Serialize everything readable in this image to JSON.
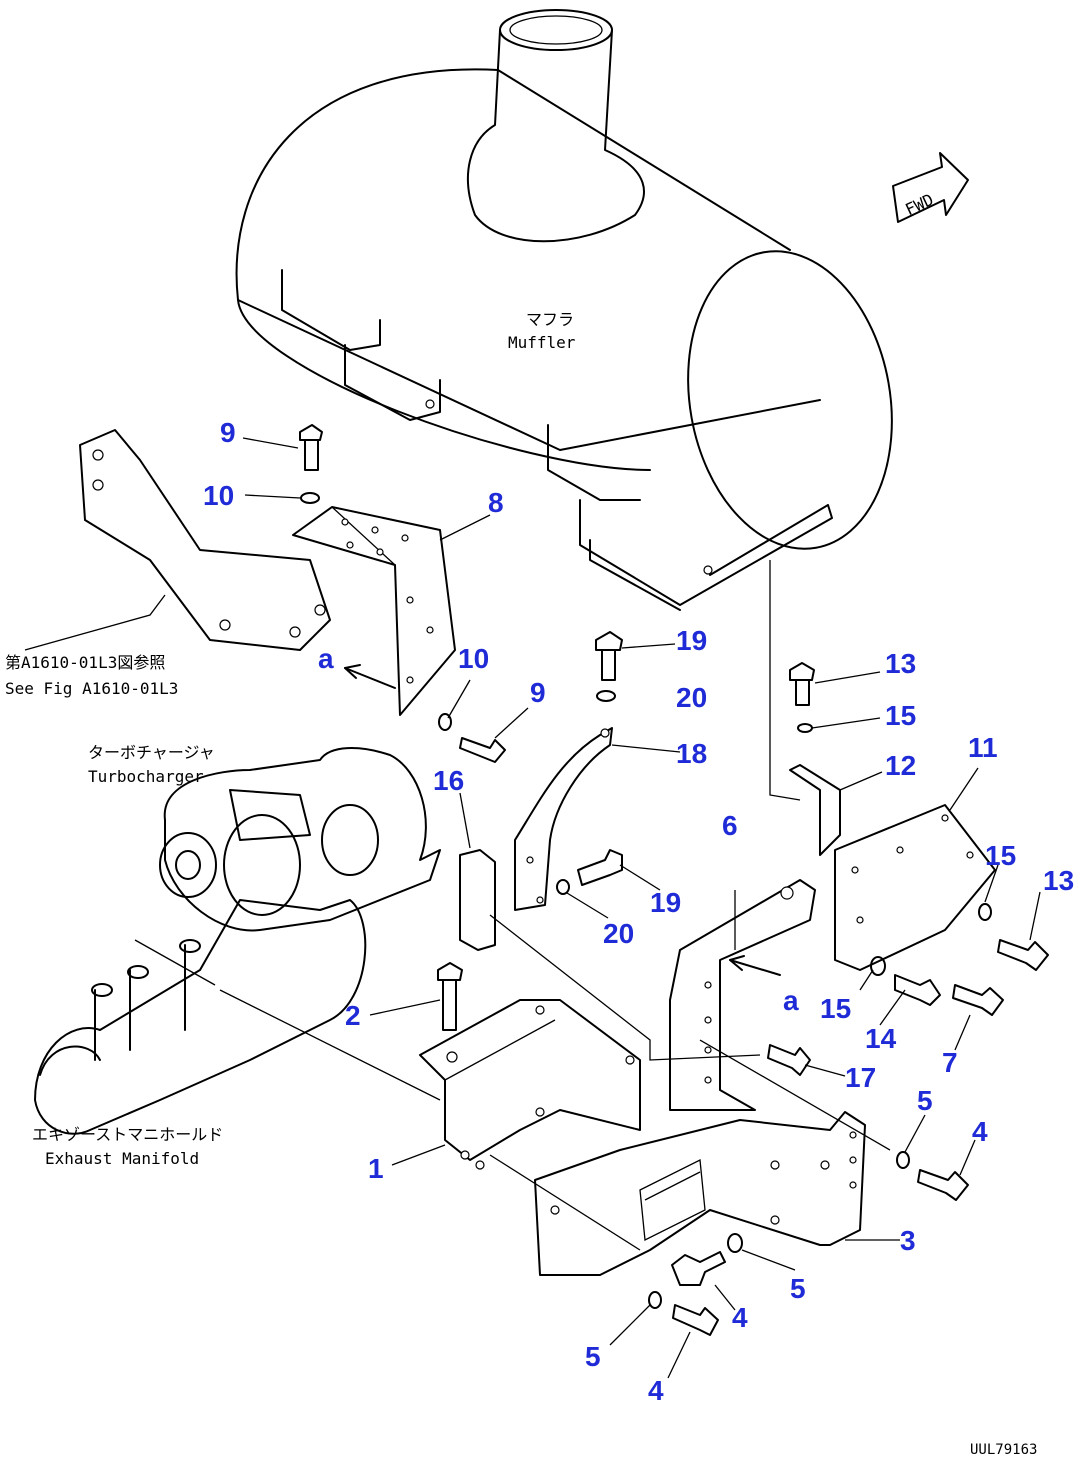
{
  "labels": {
    "muffler_jp": "マフラ",
    "muffler_en": "Muffler",
    "turbo_jp": "ターボチャージャ",
    "turbo_en": "Turbocharger",
    "manifold_jp": "エキゾーストマニホールド",
    "manifold_en": "Exhaust Manifold",
    "see_jp": "第A1610-01L3図参照",
    "see_en": "See Fig A1610-01L3",
    "fwd": "FWD",
    "ref_code": "UUL79163",
    "detail_a1": "a",
    "detail_a2": "a"
  },
  "callouts": [
    {
      "id": "c9a",
      "text": "9"
    },
    {
      "id": "c10a",
      "text": "10"
    },
    {
      "id": "c8",
      "text": "8"
    },
    {
      "id": "c10b",
      "text": "10"
    },
    {
      "id": "c9b",
      "text": "9"
    },
    {
      "id": "c19a",
      "text": "19"
    },
    {
      "id": "c20a",
      "text": "20"
    },
    {
      "id": "c18",
      "text": "18"
    },
    {
      "id": "c16",
      "text": "16"
    },
    {
      "id": "c13a",
      "text": "13"
    },
    {
      "id": "c15a",
      "text": "15"
    },
    {
      "id": "c12",
      "text": "12"
    },
    {
      "id": "c11",
      "text": "11"
    },
    {
      "id": "c6",
      "text": "6"
    },
    {
      "id": "c15b",
      "text": "15"
    },
    {
      "id": "c13b",
      "text": "13"
    },
    {
      "id": "c19b",
      "text": "19"
    },
    {
      "id": "c20b",
      "text": "20"
    },
    {
      "id": "c2",
      "text": "2"
    },
    {
      "id": "c15c",
      "text": "15"
    },
    {
      "id": "c14",
      "text": "14"
    },
    {
      "id": "c7",
      "text": "7"
    },
    {
      "id": "c17",
      "text": "17"
    },
    {
      "id": "c5a",
      "text": "5"
    },
    {
      "id": "c4a",
      "text": "4"
    },
    {
      "id": "c1",
      "text": "1"
    },
    {
      "id": "c3",
      "text": "3"
    },
    {
      "id": "c5b",
      "text": "5"
    },
    {
      "id": "c4b",
      "text": "4"
    },
    {
      "id": "c5c",
      "text": "5"
    },
    {
      "id": "c4c",
      "text": "4"
    }
  ]
}
